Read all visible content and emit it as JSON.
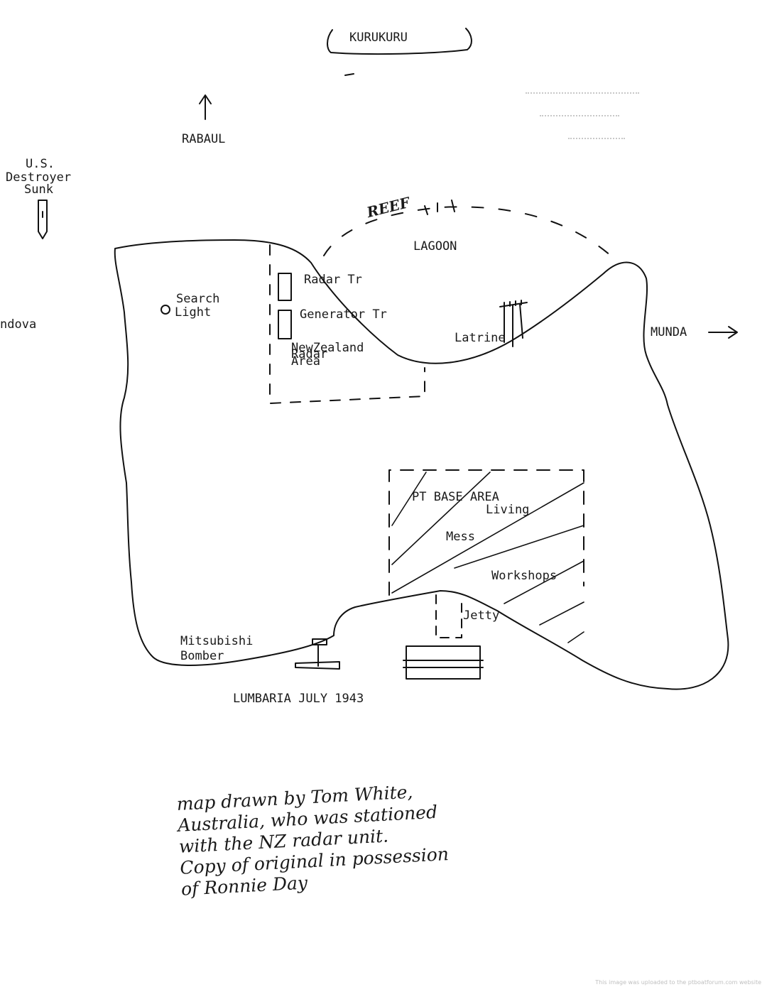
{
  "places": {
    "kurukuru": "KURUKURU",
    "rabaul": "RABAUL",
    "destroyer": [
      "U.S.",
      "Destroyer",
      "Sunk"
    ],
    "reef": "REEF",
    "lagoon": "LAGOON",
    "search_light": [
      "Search",
      "Light"
    ],
    "radar_tr": "Radar Tr",
    "generator_tr": "Generator Tr",
    "nz_radar": [
      "NewZealand",
      "Radar",
      "Area"
    ],
    "latrine": "Latrine",
    "munda": "MUNDA",
    "rendova": "ndova",
    "pt_base": "PT BASE AREA",
    "living": "Living",
    "mess": "Mess",
    "workshops": "Workshops",
    "jetty": "Jetty",
    "mitsubishi": [
      "Mitsubishi",
      "Bomber"
    ]
  },
  "caption": "LUMBARIA JULY 1943",
  "handwritten_note": [
    "map drawn by Tom White,",
    "Australia, who was stationed",
    "with the NZ radar unit.",
    "Copy of original in possession",
    "of Ronnie Day"
  ],
  "watermark_footer": "This image was uploaded to the ptboatforum.com website",
  "icons": {
    "north_arrow": "arrow-up-icon",
    "east_arrow": "arrow-right-icon",
    "search_light": "circle-icon",
    "destroyer": "ship-icon",
    "plane": "plane-icon"
  }
}
